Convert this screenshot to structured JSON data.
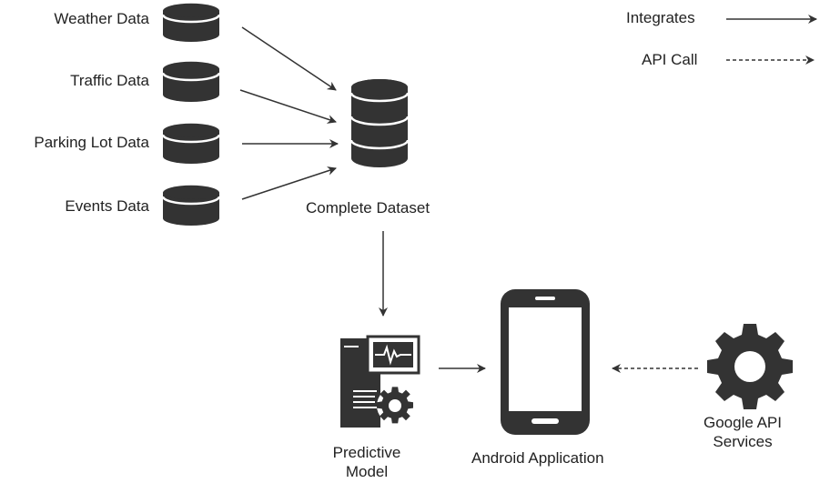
{
  "legend": {
    "integrates_label": "Integrates",
    "api_call_label": "API Call"
  },
  "sources": [
    {
      "label": "Weather Data"
    },
    {
      "label": "Traffic Data"
    },
    {
      "label": "Parking Lot Data"
    },
    {
      "label": "Events Data"
    }
  ],
  "dataset": {
    "label": "Complete Dataset"
  },
  "model": {
    "label": "Predictive Model"
  },
  "app": {
    "label": "Android Application"
  },
  "google": {
    "label": "Google API Services"
  },
  "colors": {
    "icon": "#333333",
    "line": "#333333",
    "text": "#222222",
    "background": "#ffffff"
  }
}
